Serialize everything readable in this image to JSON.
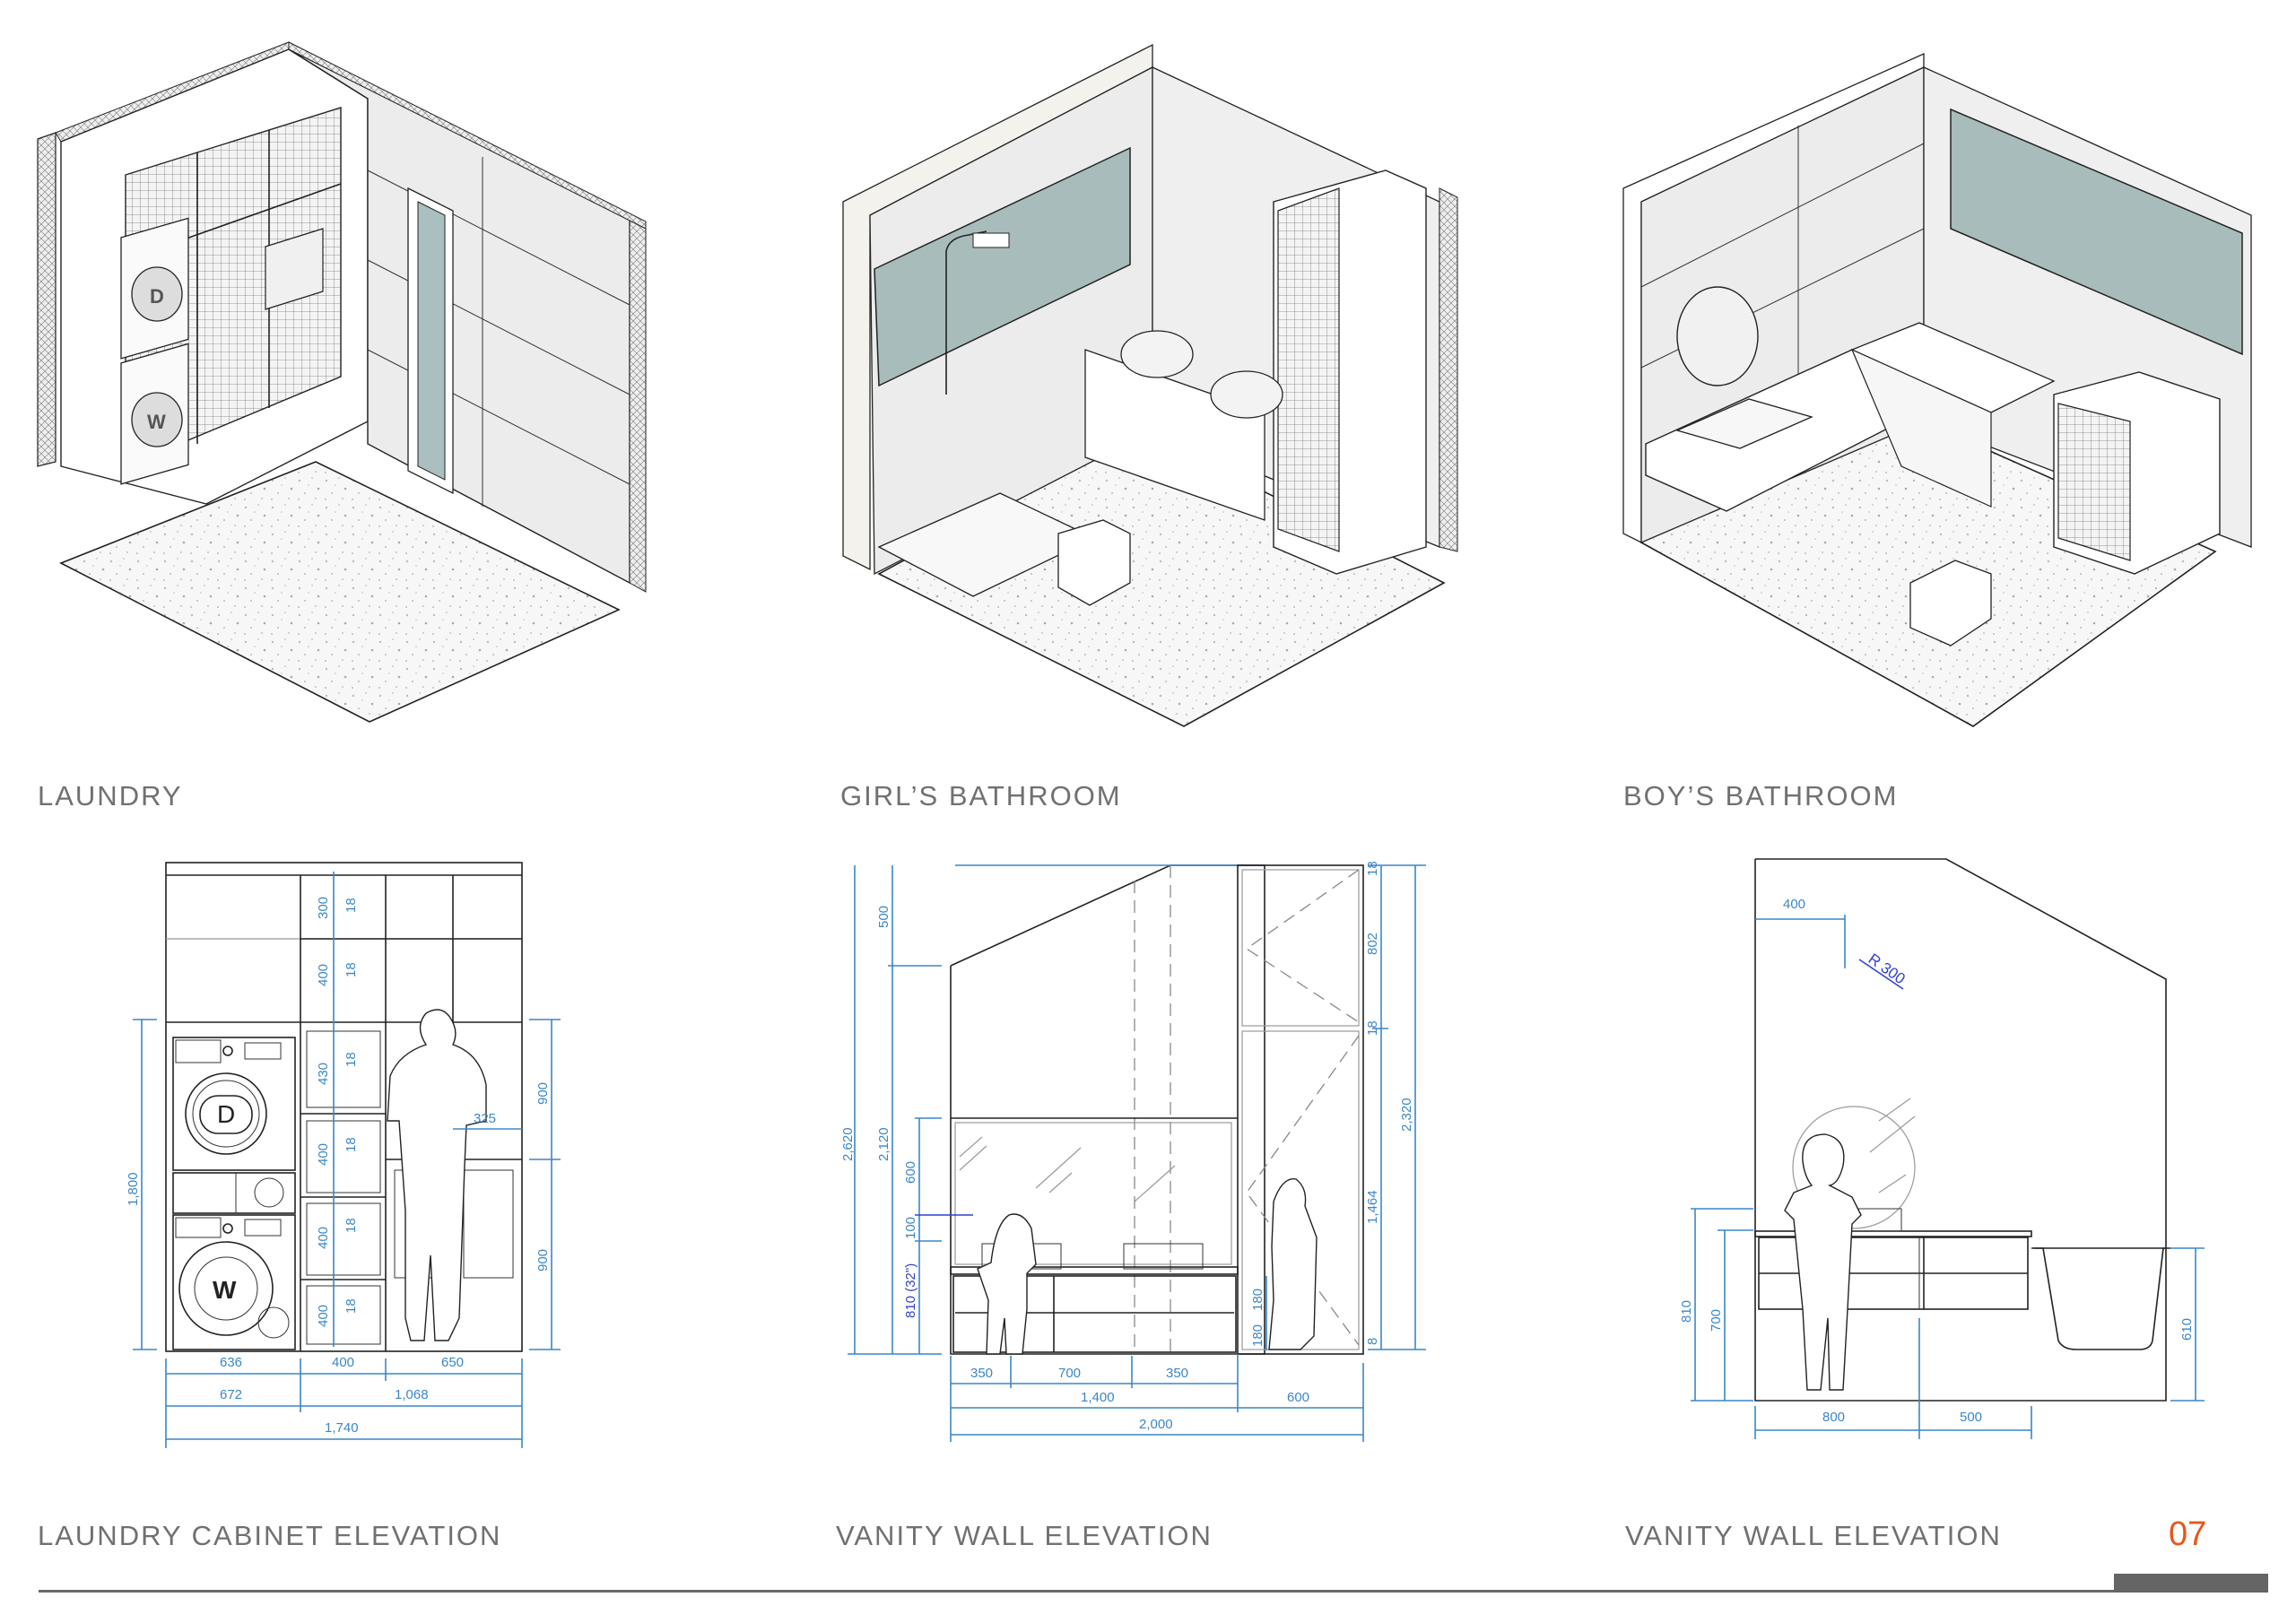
{
  "page": {
    "number": "07",
    "accent_color": "#e8561a",
    "label_color": "#707070",
    "dimension_color": "#3a86c8"
  },
  "views": {
    "laundry_iso": {
      "label": "LAUNDRY"
    },
    "girls_iso": {
      "label": "GIRL’S BATHROOM"
    },
    "boys_iso": {
      "label": "BOY’S BATHROOM"
    },
    "laundry_elev": {
      "label": "LAUNDRY CABINET ELEVATION",
      "appliance_labels": {
        "dryer": "D",
        "washer": "W"
      },
      "dims": {
        "shelf_heights": [
          "300",
          "400",
          "430",
          "400",
          "400",
          "400"
        ],
        "shelf_thickness": "18",
        "overall_height": "1,800",
        "upper_right": "900",
        "lower_right": "900",
        "reach": "325",
        "row1": [
          "636",
          "400",
          "650"
        ],
        "row2": [
          "672",
          "1,068"
        ],
        "row3": "1,740"
      }
    },
    "girls_elev": {
      "label": "VANITY WALL ELEVATION",
      "dims": {
        "total_height": "2,620",
        "slope_drop": "500",
        "wall_height": "2,120",
        "mirror_height": "600",
        "basin_height": "100",
        "counter_height": "810 (32\")",
        "drawer_a": "180",
        "drawer_b": "180",
        "tall_top_thk": "18",
        "tall_upper": "802",
        "tall_mid_thk": "18",
        "tall_lower": "1,464",
        "tall_bottom_thk": "8",
        "tall_total": "2,320",
        "row1": [
          "350",
          "700",
          "350"
        ],
        "row2": [
          "1,400",
          "600"
        ],
        "row3": "2,000"
      }
    },
    "boys_elev": {
      "label": "VANITY WALL ELEVATION",
      "dims": {
        "mirror_offset": "400",
        "mirror_radius": "R 300",
        "basin_top": "810",
        "counter": "700",
        "bath_height": "610",
        "row1": [
          "800",
          "500"
        ]
      }
    }
  }
}
